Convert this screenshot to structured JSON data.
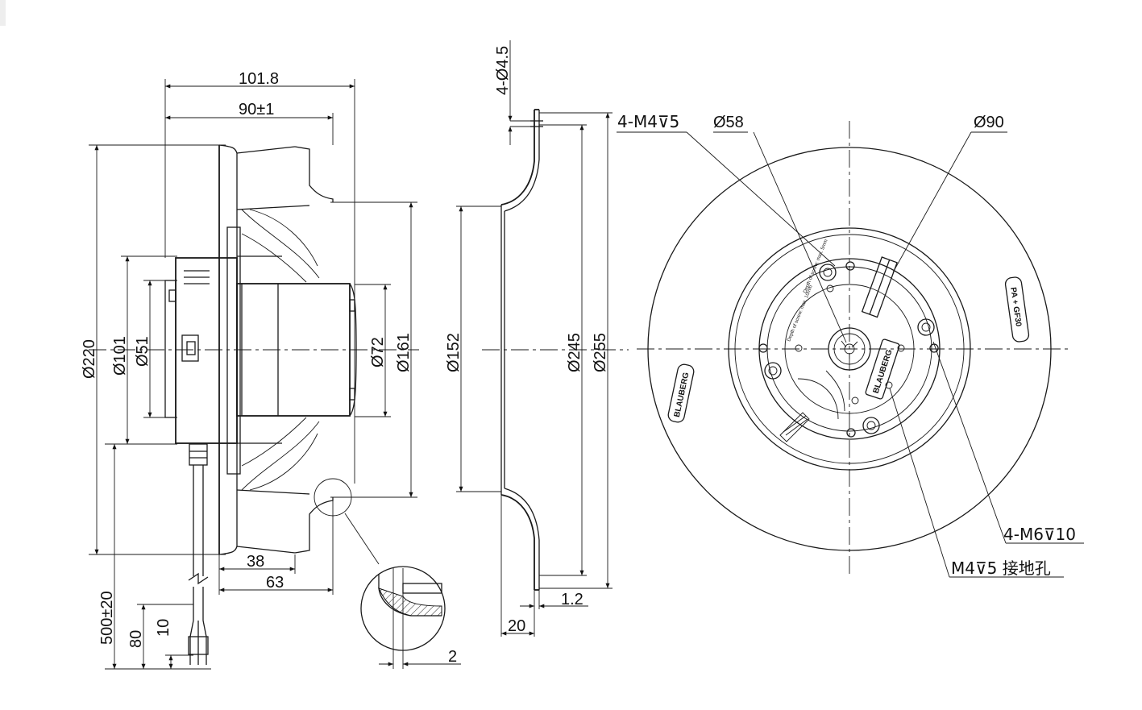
{
  "side_view": {
    "width_overall": "101.8",
    "width_body": "90±1",
    "dia_outer": "Ø220",
    "dia_hub": "Ø101",
    "dia_mount": "Ø51",
    "dia_motor": "Ø72",
    "dia_inlet": "Ø161",
    "offset_a": "38",
    "offset_b": "63",
    "cable_length": "500±20",
    "cable_strip": "80",
    "cable_end": "10",
    "detail_gap": "2"
  },
  "inlet_view": {
    "holes": "4-Ø4.5",
    "dia_throat": "Ø152",
    "dia_flange_inner": "Ø245",
    "dia_flange_outer": "Ø255",
    "thickness": "1.2",
    "depth": "20"
  },
  "front_view": {
    "thread_small": "4-M4⊽5",
    "dia_pcd_small": "Ø58",
    "dia_pcd_large": "Ø90",
    "thread_large": "4-M6⊽10",
    "ground_hole": "M4⊽5 接地孔",
    "brand_left": "BLAUBERG",
    "brand_hub": "BLAUBERG",
    "material": "PA + GF30",
    "label_screw_a": "Depth of screw: max. 5mm",
    "label_screw_b": "Depth of screw: max. 10mm"
  }
}
